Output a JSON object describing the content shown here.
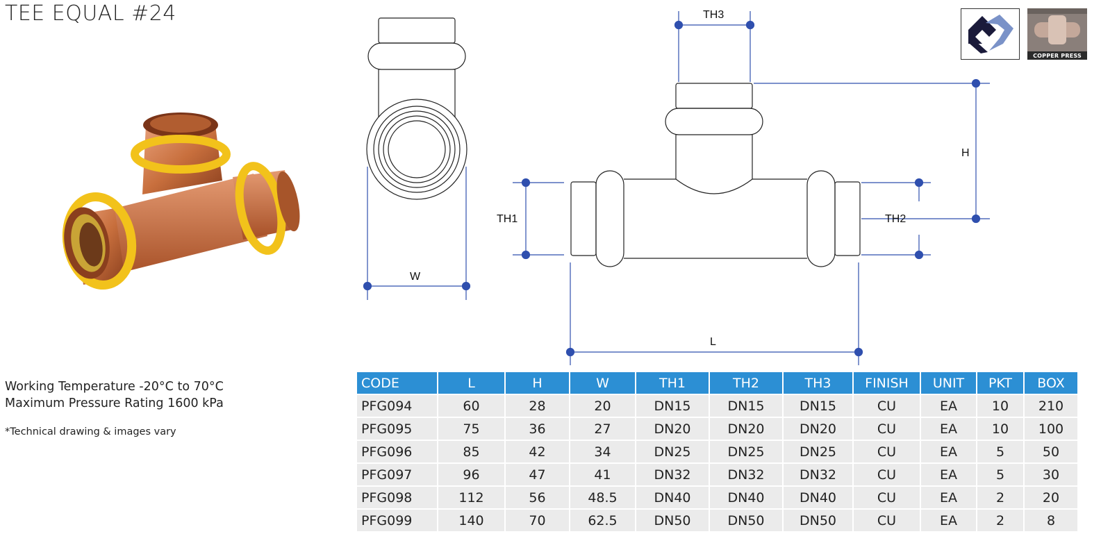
{
  "product": {
    "title": "TEE EQUAL #24",
    "working_temperature": "Working Temperature  -20°C to 70°C",
    "max_pressure": "Maximum Pressure Rating  1600 kPa",
    "note": "*Technical drawing & images vary"
  },
  "drawing": {
    "label_w": "W",
    "label_l": "L",
    "label_h": "H",
    "label_th1": "TH1",
    "label_th2": "TH2",
    "label_th3": "TH3"
  },
  "logos": {
    "copper_press_label": "COPPER PRESS"
  },
  "table": {
    "headers": [
      "CODE",
      "L",
      "H",
      "W",
      "TH1",
      "TH2",
      "TH3",
      "FINISH",
      "UNIT",
      "PKT",
      "BOX"
    ],
    "rows": [
      [
        "PFG094",
        "60",
        "28",
        "20",
        "DN15",
        "DN15",
        "DN15",
        "CU",
        "EA",
        "10",
        "210"
      ],
      [
        "PFG095",
        "75",
        "36",
        "27",
        "DN20",
        "DN20",
        "DN20",
        "CU",
        "EA",
        "10",
        "100"
      ],
      [
        "PFG096",
        "85",
        "42",
        "34",
        "DN25",
        "DN25",
        "DN25",
        "CU",
        "EA",
        "5",
        "50"
      ],
      [
        "PFG097",
        "96",
        "47",
        "41",
        "DN32",
        "DN32",
        "DN32",
        "CU",
        "EA",
        "5",
        "30"
      ],
      [
        "PFG098",
        "112",
        "56",
        "48.5",
        "DN40",
        "DN40",
        "DN40",
        "CU",
        "EA",
        "2",
        "20"
      ],
      [
        "PFG099",
        "140",
        "70",
        "62.5",
        "DN50",
        "DN50",
        "DN50",
        "CU",
        "EA",
        "2",
        "8"
      ]
    ]
  },
  "colors": {
    "header_blue": "#2c8fd4",
    "dimension_blue": "#2f4fae",
    "brass_yellow": "#f2c21b",
    "copper": "#c8703f",
    "row_gray": "#ebebeb"
  }
}
